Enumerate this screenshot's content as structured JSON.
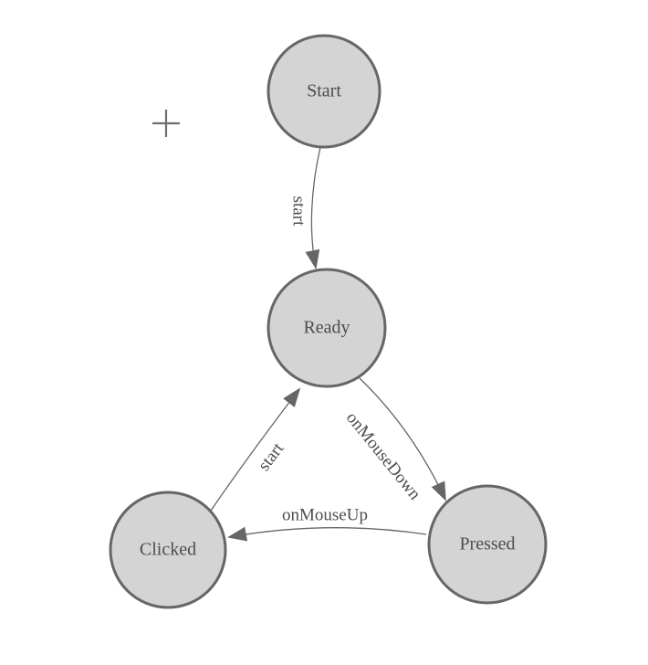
{
  "palette": {
    "background": "#ffffff",
    "node_fill": "#d4d4d4",
    "node_stroke": "#666666",
    "edge_stroke": "#666666",
    "arrowhead_fill": "#666666",
    "label_color": "#4d4d4d",
    "cursor_color": "#6e6e6e"
  },
  "nodes": [
    {
      "id": "start",
      "label": "Start"
    },
    {
      "id": "ready",
      "label": "Ready"
    },
    {
      "id": "clicked",
      "label": "Clicked"
    },
    {
      "id": "pressed",
      "label": "Pressed"
    }
  ],
  "edges": [
    {
      "id": "start-to-ready",
      "label": "start",
      "from": "Start",
      "to": "Ready"
    },
    {
      "id": "ready-to-pressed",
      "label": "onMouseDown",
      "from": "Ready",
      "to": "Pressed"
    },
    {
      "id": "pressed-to-clicked",
      "label": "onMouseUp",
      "from": "Pressed",
      "to": "Clicked"
    },
    {
      "id": "clicked-to-ready",
      "label": "start",
      "from": "Clicked",
      "to": "Ready"
    }
  ],
  "cursor": {
    "type": "crosshair"
  }
}
